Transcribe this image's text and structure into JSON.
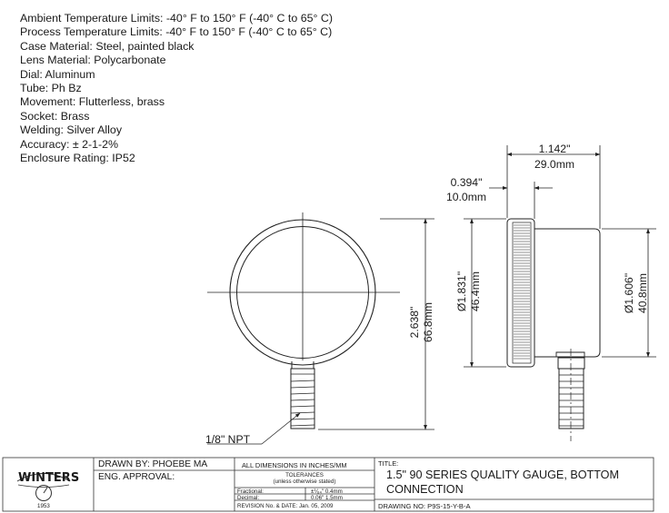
{
  "specs": [
    "Ambient Temperature Limits: -40° F to 150° F (-40° C to 65° C)",
    "Process Temperature Limits: -40° F to 150° F (-40° C to 65° C)",
    "Case Material: Steel, painted black",
    "Lens Material: Polycarbonate",
    "Dial: Aluminum",
    "Tube: Ph Bz",
    "Movement: Flutterless, brass",
    "Socket: Brass",
    "Welding: Silver Alloy",
    "Accuracy: ± 2-1-2%",
    "Enclosure Rating: IP52"
  ],
  "dimensions": {
    "side_depth_in": "1.142\"",
    "side_depth_mm": "29.0mm",
    "bezel_in": "0.394\"",
    "bezel_mm": "10.0mm",
    "height_in": "2.638\"",
    "height_mm": "66.8mm",
    "lens_dia_in": "Ø1.831\"",
    "lens_dia_mm": "46.4mm",
    "case_dia_in": "Ø1.606\"",
    "case_dia_mm": "40.8mm",
    "connection": "1/8\" NPT"
  },
  "title_block": {
    "logo": "WINTERS",
    "logo_year": "1953",
    "drawn_by": "DRAWN BY: PHOEBE MA",
    "eng_approval": "ENG. APPROVAL:",
    "all_dims": "ALL DIMENSIONS IN INCHES/MM",
    "tolerances": "TOLERANCES",
    "tolerances_note": "(unless otherwise stated)",
    "fractional_label": "Fractional:",
    "fractional_value": "±⅟₆₄\" 0.4mm",
    "decimal_label": "Decimal:",
    "decimal_value": "0.06\" 1.5mm",
    "revision": "REVISION No. & DATE: Jan. 05, 2009",
    "title_label": "TITLE:",
    "title_line1": "1.5\" 90 SERIES QUALITY GAUGE, BOTTOM",
    "title_line2": "CONNECTION",
    "drawing_no": "DRAWING NO: P9S-15-Y-B-A"
  }
}
